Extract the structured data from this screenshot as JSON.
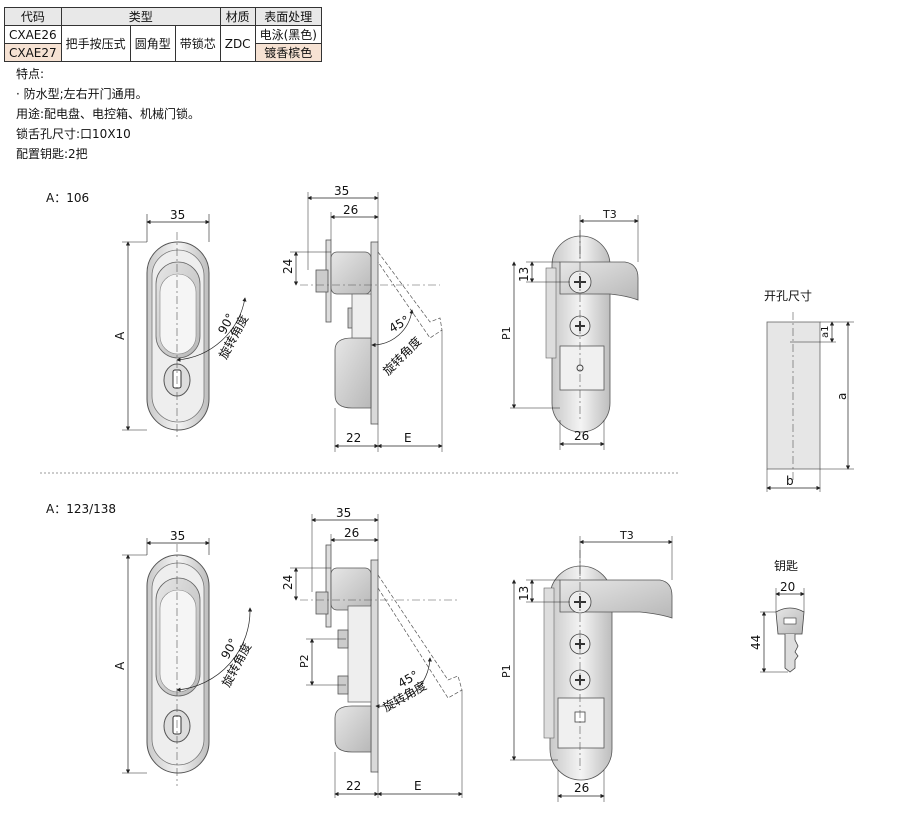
{
  "table": {
    "headers": [
      "代码",
      "类型",
      "材质",
      "表面处理"
    ],
    "codes": [
      "CXAE26",
      "CXAE27"
    ],
    "types": [
      "把手按压式",
      "圆角型",
      "带锁芯"
    ],
    "material": "ZDC",
    "finishes": [
      "电泳(黑色)",
      "镀香槟色"
    ]
  },
  "notes": {
    "title": "特点:",
    "feature": "· 防水型;左右开门通用。",
    "usage": "用途:配电盘、电控箱、机械门锁。",
    "hole": "锁舌孔尺寸:口10X10",
    "keys": "配置钥匙:2把"
  },
  "diagram": {
    "sectionA_label": "A：106",
    "sectionB_label": "A：123/138",
    "dim35": "35",
    "dim26": "26",
    "dim24": "24",
    "dim22": "22",
    "dim13": "13",
    "dimE": "E",
    "dimA": "A",
    "dimT3": "T3",
    "dimP1": "P1",
    "dimP2": "P2",
    "angle90": "90°",
    "angle45": "45°",
    "rot": "旋转角度",
    "cutout_title": "开孔尺寸",
    "dim_a": "a",
    "dim_a1": "a1",
    "dim_b": "b",
    "key_title": "钥匙",
    "dim20": "20",
    "dim44": "44"
  }
}
